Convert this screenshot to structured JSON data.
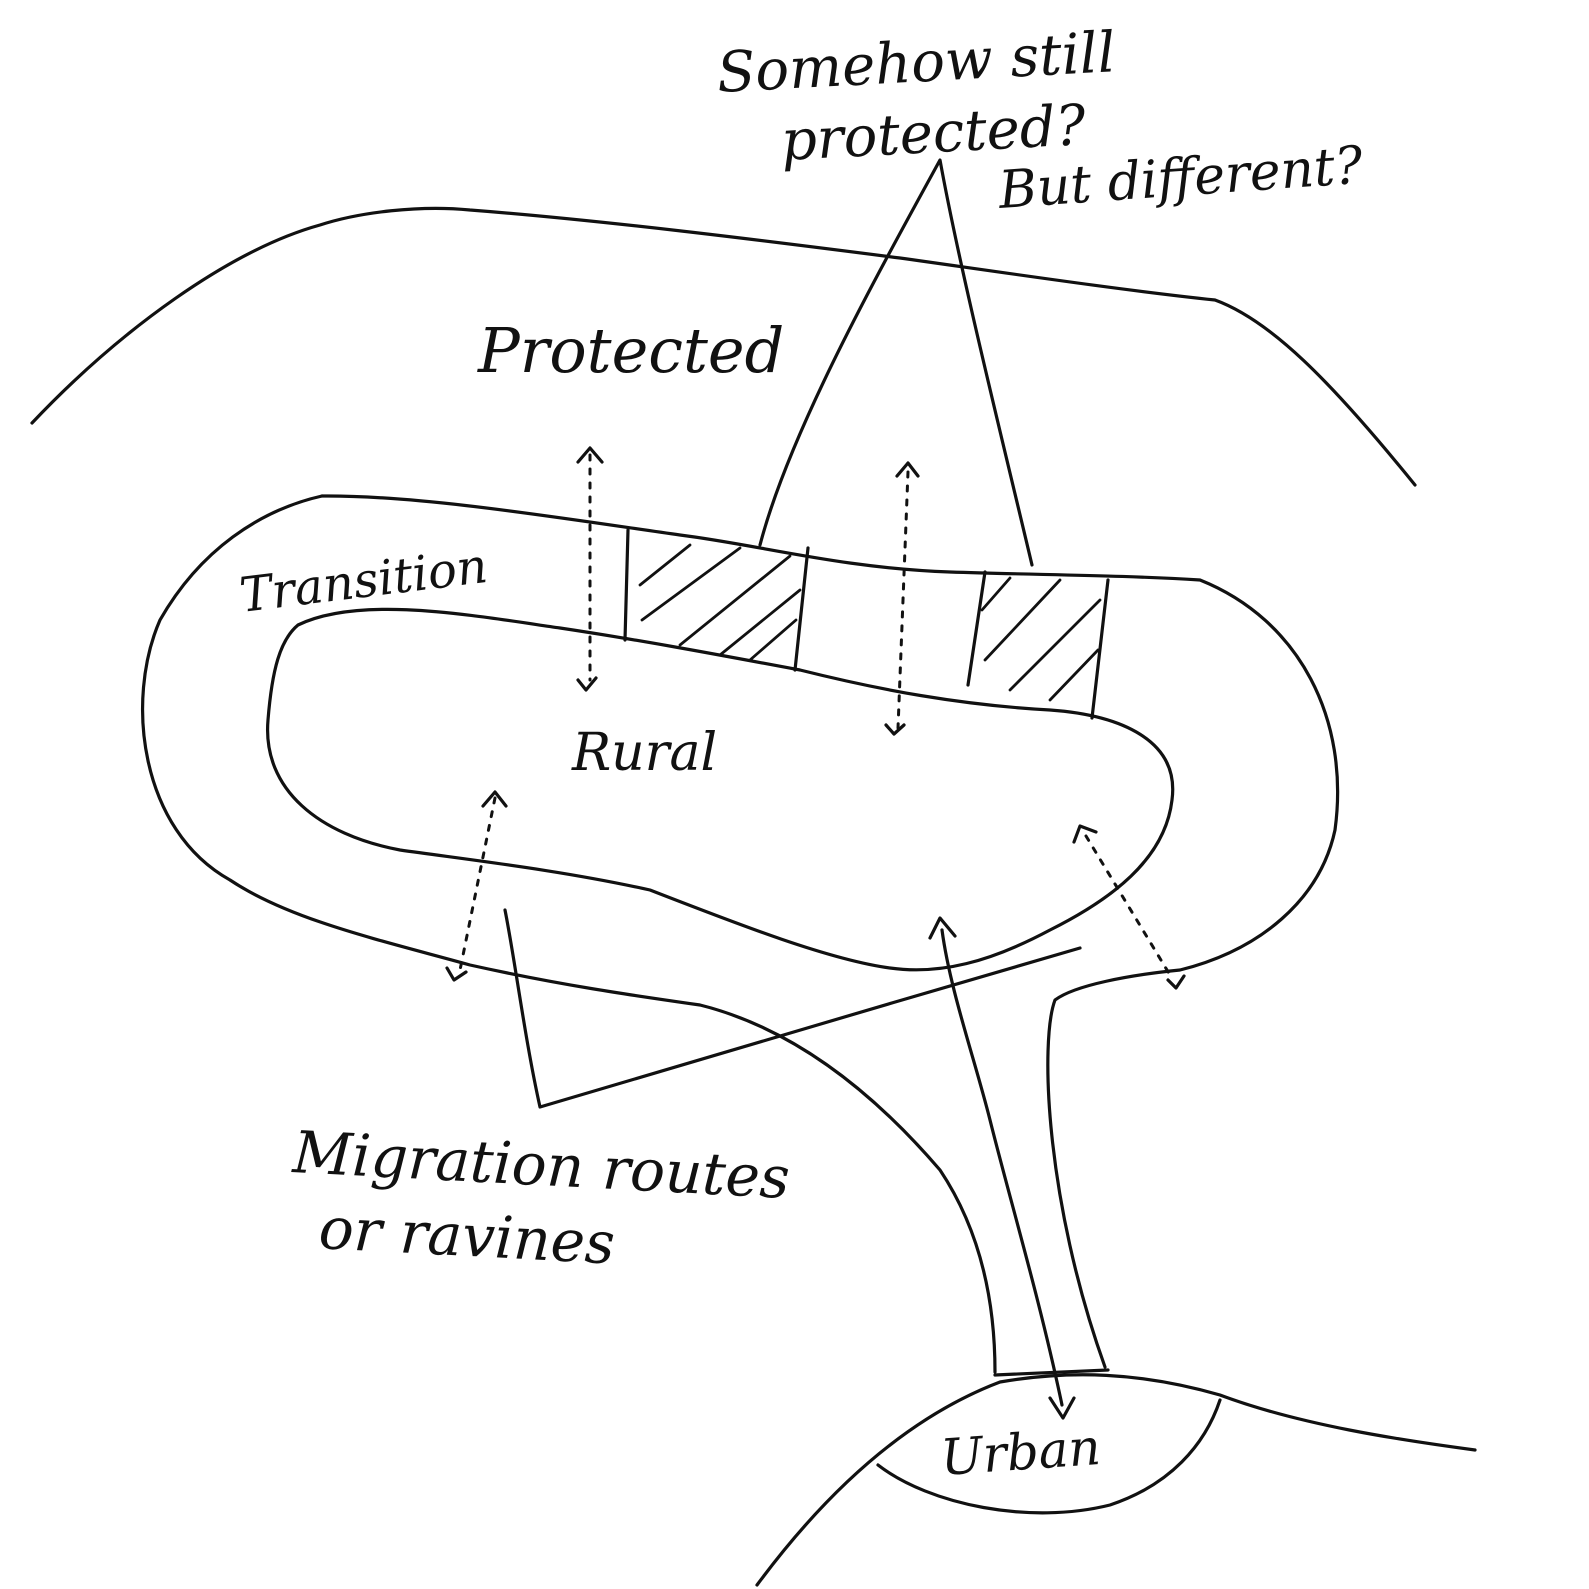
{
  "labels": {
    "protected": "Protected",
    "transition": "Transition",
    "rural": "Rural",
    "urban": "Urban",
    "question_line1": "Somehow still",
    "question_line2": "protected?",
    "question_line3": "But different?",
    "migration_line1": "Migration routes",
    "migration_line2": "or ravines"
  }
}
